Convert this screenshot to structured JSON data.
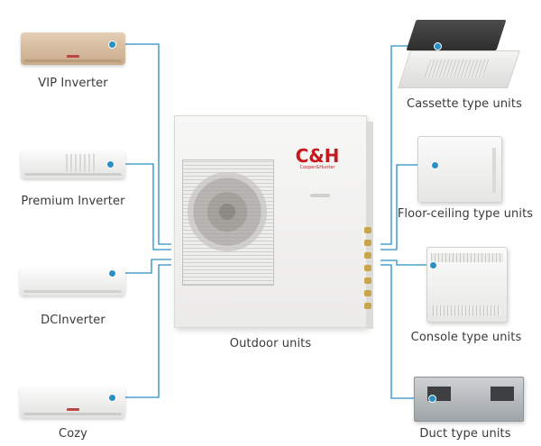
{
  "indoor_units_left": [
    {
      "label": "VIP Inverter",
      "icon": "wall-ac-gold-icon"
    },
    {
      "label": "Premium Inverter",
      "icon": "wall-ac-white-stripes-icon"
    },
    {
      "label": "DCInverter",
      "icon": "wall-ac-white-icon"
    },
    {
      "label": "Cozy",
      "icon": "wall-ac-compact-icon"
    }
  ],
  "outdoor": {
    "label": "Outdoor units",
    "logo": "C&H",
    "logo_sub": "Cooper&Hunter"
  },
  "indoor_units_right": [
    {
      "label": "Cassette type units",
      "icon": "cassette-unit-icon"
    },
    {
      "label": "Floor-ceiling type units",
      "icon": "floor-ceiling-unit-icon"
    },
    {
      "label": "Console type units",
      "icon": "console-unit-icon"
    },
    {
      "label": "Duct type units",
      "icon": "duct-unit-icon"
    }
  ],
  "colors": {
    "connector": "#2a8fc4",
    "logo": "#c4191f",
    "text": "#3a3a3a"
  }
}
